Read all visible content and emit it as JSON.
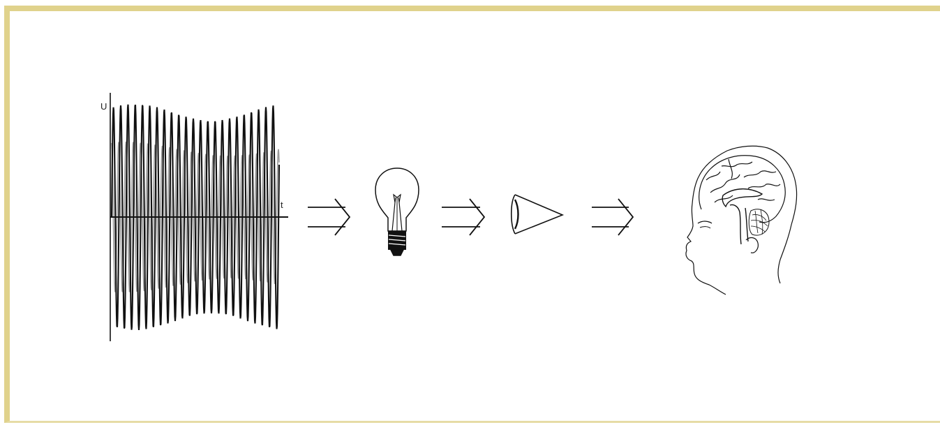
{
  "diagram": {
    "waveform": {
      "y_axis_label": "U",
      "x_axis_label": "t"
    },
    "flow": [
      "voltage-waveform",
      "arrow",
      "light-bulb",
      "arrow",
      "eye",
      "arrow",
      "brain-in-head"
    ],
    "colors": {
      "frame": "#e0d28c",
      "line": "#111111",
      "secondary_wave": "#9a9a9a"
    }
  }
}
